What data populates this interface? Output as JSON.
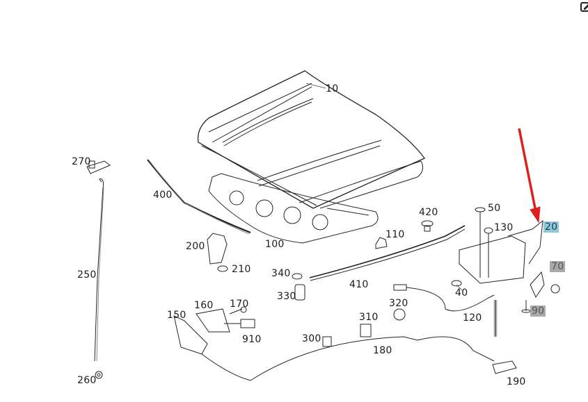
{
  "toolbar": {
    "edit_icon": "edit-icon"
  },
  "diagram": {
    "title": "Hood / bonnet assembly exploded parts diagram",
    "highlight_colors": {
      "selected": "#8fc8dc",
      "related": "#a9a9a9",
      "arrow": "#e02020"
    },
    "labels": {
      "p10": "10",
      "p20": "20",
      "p40": "40",
      "p50": "50",
      "p70": "70",
      "p90": "90",
      "p100": "100",
      "p110": "110",
      "p120": "120",
      "p130": "130",
      "p150": "150",
      "p160": "160",
      "p170": "170",
      "p180": "180",
      "p190": "190",
      "p200": "200",
      "p210": "210",
      "p250": "250",
      "p260": "260",
      "p270": "270",
      "p300": "300",
      "p310": "310",
      "p320": "320",
      "p330": "330",
      "p340": "340",
      "p400": "400",
      "p410": "410",
      "p420": "420",
      "p910": "910"
    },
    "highlighted_parts": {
      "selected": [
        "20"
      ],
      "related": [
        "70",
        "90"
      ]
    },
    "arrow_target": "20"
  }
}
